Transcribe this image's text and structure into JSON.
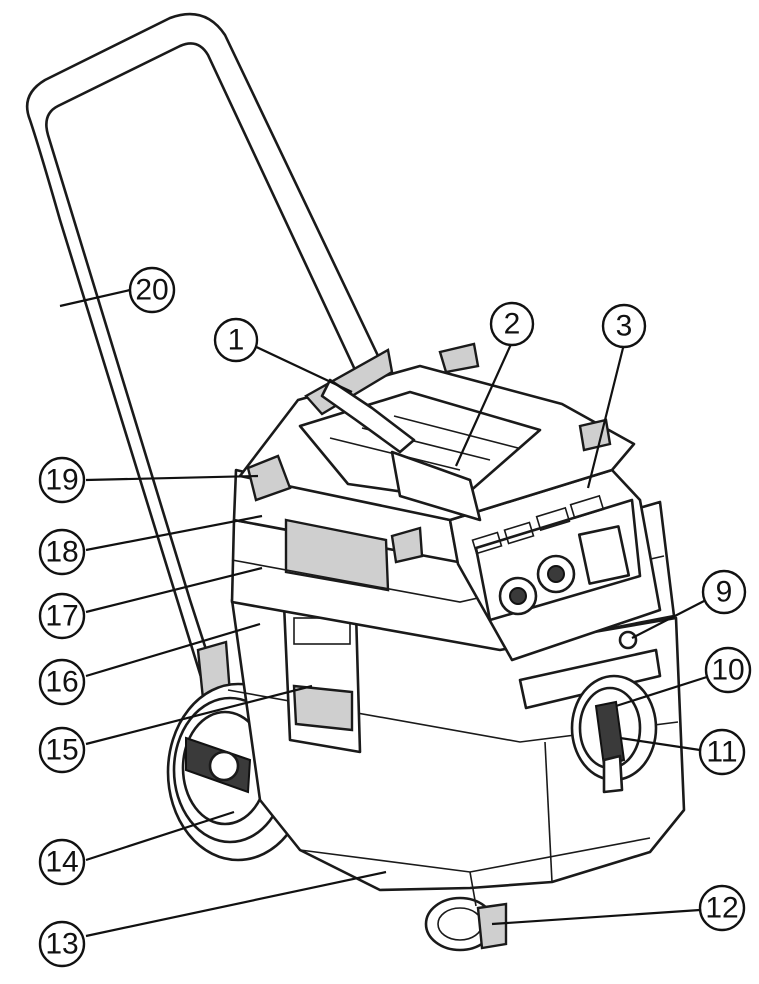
{
  "callouts": [
    {
      "id": "c1",
      "label": "1"
    },
    {
      "id": "c2",
      "label": "2"
    },
    {
      "id": "c3",
      "label": "3"
    },
    {
      "id": "c9",
      "label": "9"
    },
    {
      "id": "c10",
      "label": "10"
    },
    {
      "id": "c11",
      "label": "11"
    },
    {
      "id": "c12",
      "label": "12"
    },
    {
      "id": "c13",
      "label": "13"
    },
    {
      "id": "c14",
      "label": "14"
    },
    {
      "id": "c15",
      "label": "15"
    },
    {
      "id": "c16",
      "label": "16"
    },
    {
      "id": "c17",
      "label": "17"
    },
    {
      "id": "c18",
      "label": "18"
    },
    {
      "id": "c19",
      "label": "19"
    },
    {
      "id": "c20",
      "label": "20"
    }
  ]
}
